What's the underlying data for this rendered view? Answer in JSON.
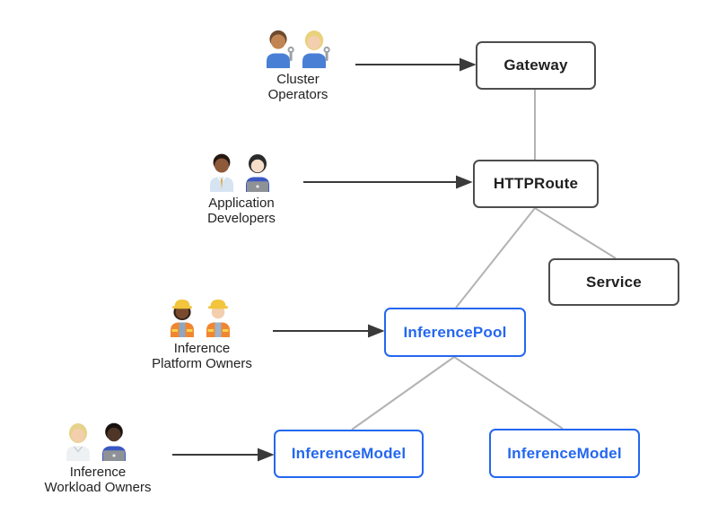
{
  "title": "Gateway API inference extension resource model diagram",
  "colors": {
    "blue_accent": "#2467f0",
    "dark_border": "#4d4d4d",
    "node_text_dark": "#1f1f1f",
    "connector_gray": "#b3b3b3",
    "arrow_dark": "#3a3a3a",
    "label_text": "#222222",
    "background": "#ffffff"
  },
  "personas": [
    {
      "id": "cluster-operators",
      "line1": "Cluster",
      "line2": "Operators",
      "icon": "mechanics-emoji-pair",
      "emoji": "👨🏽‍🔧 👩🏼‍🔧",
      "points_to": "Gateway"
    },
    {
      "id": "application-developers",
      "line1": "Application",
      "line2": "Developers",
      "icon": "office-worker-and-technologist-emoji-pair",
      "emoji": "👨🏾‍💼 👩🏻‍💻",
      "points_to": "HTTPRoute"
    },
    {
      "id": "inference-platform-owners",
      "line1": "Inference",
      "line2": "Platform Owners",
      "icon": "construction-workers-emoji-pair",
      "emoji": "👷🏿‍♀️ 👷🏻",
      "points_to": "InferencePool"
    },
    {
      "id": "inference-workload-owners",
      "line1": "Inference",
      "line2": "Workload Owners",
      "icon": "health-worker-and-technologist-emoji-pair",
      "emoji": "🧑🏼‍⚕️ 👨🏿‍💻",
      "points_to": "InferenceModel"
    }
  ],
  "nodes": [
    {
      "id": "gateway",
      "label": "Gateway",
      "variant": "dark"
    },
    {
      "id": "httproute",
      "label": "HTTPRoute",
      "variant": "dark"
    },
    {
      "id": "service",
      "label": "Service",
      "variant": "dark"
    },
    {
      "id": "inference-pool",
      "label": "InferencePool",
      "variant": "blue"
    },
    {
      "id": "inference-model-left",
      "label": "InferenceModel",
      "variant": "blue"
    },
    {
      "id": "inference-model-right",
      "label": "InferenceModel",
      "variant": "blue"
    }
  ],
  "edges": [
    {
      "from": "Gateway",
      "to": "HTTPRoute"
    },
    {
      "from": "HTTPRoute",
      "to": "InferencePool"
    },
    {
      "from": "HTTPRoute",
      "to": "Service"
    },
    {
      "from": "InferencePool",
      "to": "InferenceModel (left)"
    },
    {
      "from": "InferencePool",
      "to": "InferenceModel (right)"
    }
  ],
  "actor_arrows": [
    {
      "from": "Cluster Operators",
      "to": "Gateway"
    },
    {
      "from": "Application Developers",
      "to": "HTTPRoute"
    },
    {
      "from": "Inference Platform Owners",
      "to": "InferencePool"
    },
    {
      "from": "Inference Workload Owners",
      "to": "InferenceModel (left)"
    }
  ]
}
